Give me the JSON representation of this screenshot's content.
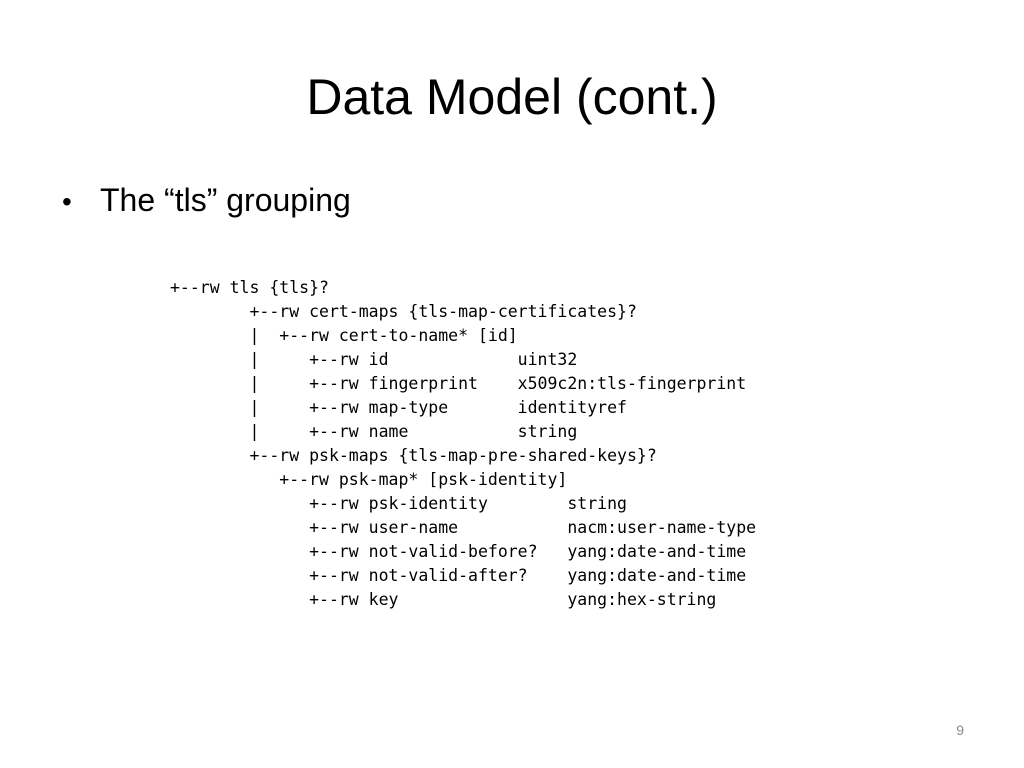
{
  "slide": {
    "title": "Data Model (cont.)",
    "bullets": [
      {
        "marker": "•",
        "text": "The “tls” grouping"
      }
    ],
    "code_lines": [
      "+--rw tls {tls}?",
      "        +--rw cert-maps {tls-map-certificates}?",
      "        |  +--rw cert-to-name* [id]",
      "        |     +--rw id             uint32",
      "        |     +--rw fingerprint    x509c2n:tls-fingerprint",
      "        |     +--rw map-type       identityref",
      "        |     +--rw name           string",
      "        +--rw psk-maps {tls-map-pre-shared-keys}?",
      "           +--rw psk-map* [psk-identity]",
      "              +--rw psk-identity        string",
      "              +--rw user-name           nacm:user-name-type",
      "              +--rw not-valid-before?   yang:date-and-time",
      "              +--rw not-valid-after?    yang:date-and-time",
      "              +--rw key                 yang:hex-string"
    ],
    "page_number": "9"
  }
}
